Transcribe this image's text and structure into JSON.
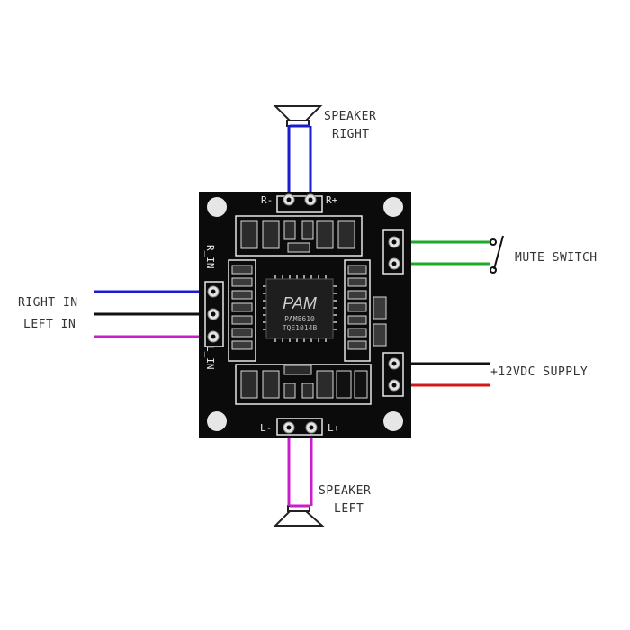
{
  "labels": {
    "speaker_right_line1": "SPEAKER",
    "speaker_right_line2": "RIGHT",
    "speaker_left_line1": "SPEAKER",
    "speaker_left_line2": "LEFT",
    "right_in": "RIGHT IN",
    "left_in": "LEFT IN",
    "mute_switch": "MUTE SWITCH",
    "supply": "+12VDC SUPPLY"
  },
  "board": {
    "chip_brand": "PAM",
    "chip_model": "PAM8610",
    "chip_code": "TQE1014B",
    "silk_r_minus": "R-",
    "silk_r_plus": "R+",
    "silk_l_minus": "L-",
    "silk_l_plus": "L+",
    "silk_r_in": "R_IN",
    "silk_l_in": "L_IN"
  },
  "colors": {
    "board": "#0b0b0b",
    "wire_blue": "#1c1ccf",
    "wire_black": "#111111",
    "wire_magenta": "#c81fc8",
    "wire_green": "#1faa2a",
    "wire_red": "#d11919"
  }
}
